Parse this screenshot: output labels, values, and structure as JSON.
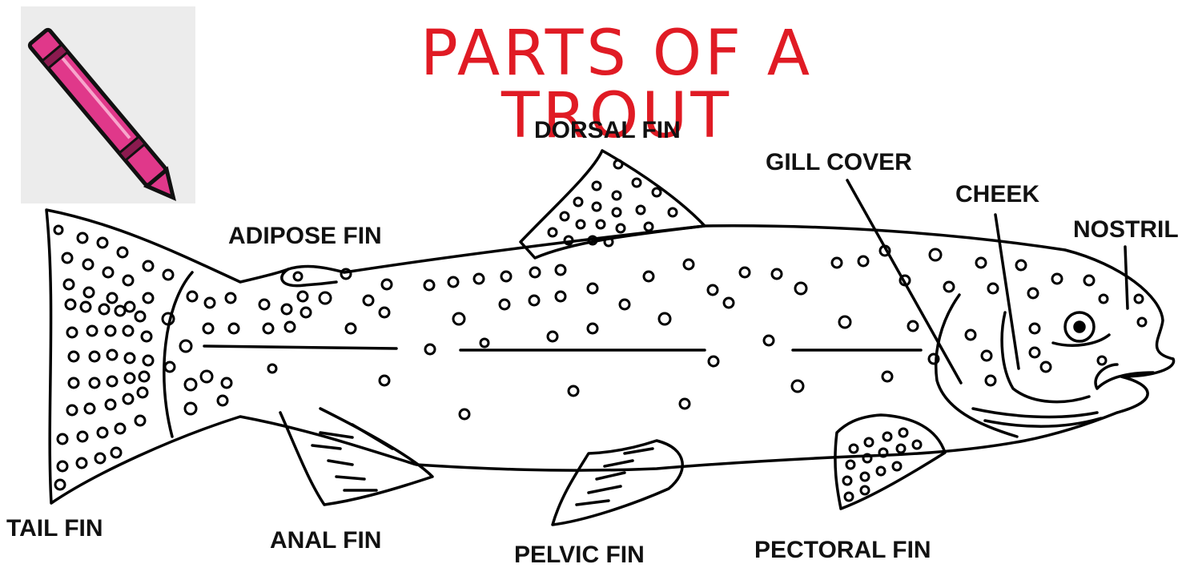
{
  "title": "PARTS OF A TROUT",
  "colors": {
    "title": "#e01b24",
    "crayon": "#e0388a",
    "outline": "#000000"
  },
  "crayon_icon": "crayon-icon",
  "labels": {
    "dorsal_fin": "DORSAL FIN",
    "gill_cover": "GILL COVER",
    "cheek": "CHEEK",
    "nostril": "NOSTRIL",
    "adipose_fin": "ADIPOSE FIN",
    "tail_fin": "TAIL FIN",
    "anal_fin": "ANAL FIN",
    "pelvic_fin": "PELVIC FIN",
    "pectoral_fin": "PECTORAL FIN"
  }
}
